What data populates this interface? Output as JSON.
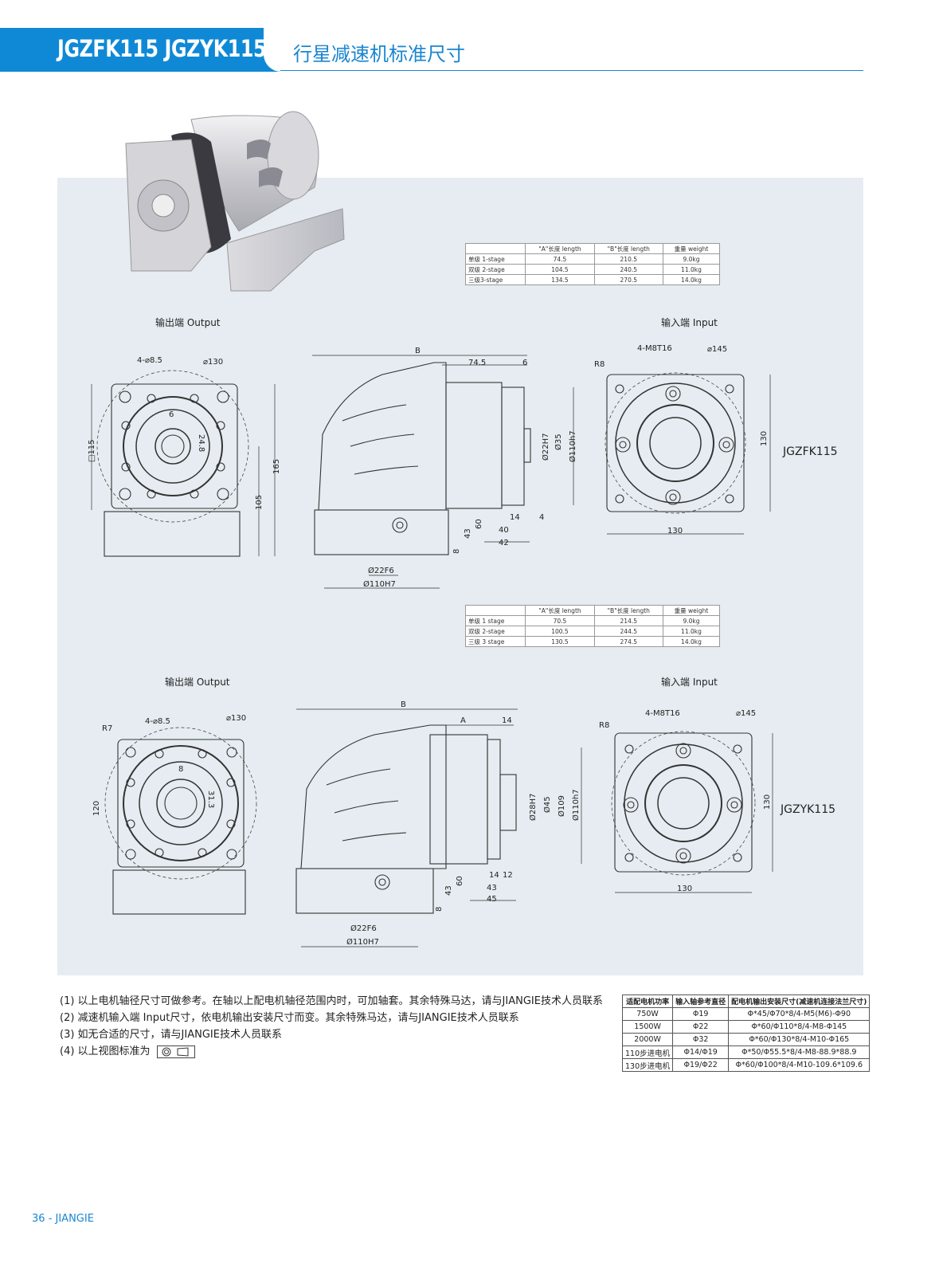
{
  "header": {
    "model_title": "JGZFK115 JGZYK115",
    "subtitle": "行星减速机标准尺寸"
  },
  "table_fk": {
    "columns": [
      "",
      "\"A\"长度 length",
      "\"B\"长度 length",
      "重量 weight"
    ],
    "rows": [
      [
        "单级 1-stage",
        "74.5",
        "210.5",
        "9.0kg"
      ],
      [
        "双级 2-stage",
        "104.5",
        "240.5",
        "11.0kg"
      ],
      [
        "三级3-stage",
        "134.5",
        "270.5",
        "14.0kg"
      ]
    ]
  },
  "table_yk": {
    "columns": [
      "",
      "\"A\"长度 length",
      "\"B\"长度 length",
      "重量 weight"
    ],
    "rows": [
      [
        "单级 1 stage",
        "70.5",
        "214.5",
        "9.0kg"
      ],
      [
        "双级 2-stage",
        "100.5",
        "244.5",
        "11.0kg"
      ],
      [
        "三级 3 stage",
        "130.5",
        "274.5",
        "14.0kg"
      ]
    ]
  },
  "drawing_fk": {
    "output_label": "输出端 Output",
    "input_label": "输入端 Input",
    "model": "JGZFK115",
    "dims": {
      "holes": "4-⌀8.5",
      "pcd": "⌀130",
      "key_w": "6",
      "key_h": "24.8",
      "square": "□115",
      "h165": "165",
      "h105": "105",
      "B": "B",
      "d745": "74.5",
      "d6": "6",
      "d22h7": "Ø22H7",
      "d35": "Ø35",
      "d110h7": "Ø110h7",
      "d14": "14",
      "d4": "4",
      "d40": "40",
      "d42": "42",
      "d60": "60",
      "d43": "43",
      "d8": "8",
      "d22f6": "Ø22F6",
      "d110H7": "Ø110H7",
      "m8": "4-M8T16",
      "d145": "⌀145",
      "r8": "R8",
      "d130": "130",
      "w130": "130"
    }
  },
  "drawing_yk": {
    "output_label": "输出端 Output",
    "input_label": "输入端 Input",
    "model": "JGZYK115",
    "dims": {
      "r7": "R7",
      "holes": "4-⌀8.5",
      "pcd": "⌀130",
      "key_w": "8",
      "key_h": "31.3",
      "h120": "120",
      "B": "B",
      "A": "A",
      "d14": "14",
      "d28h7": "Ø28H7",
      "d45": "Ø45",
      "d109": "Ø109",
      "d110h7": "Ø110h7",
      "d14b": "14",
      "d12": "12",
      "d43": "43",
      "d45b": "45",
      "d60": "60",
      "d43b": "43",
      "d8": "8",
      "d22f6": "Ø22F6",
      "d110H7": "Ø110H7",
      "m8": "4-M8T16",
      "d145": "⌀145",
      "r8": "R8",
      "d130": "130",
      "w130": "130"
    }
  },
  "notes": [
    "(1) 以上电机轴径尺寸可做参考。在轴以上配电机轴径范围内时，可加轴套。其余特殊马达，请与JIANGIE技术人员联系",
    "(2) 减速机输入端 Input尺寸，依电机输出安装尺寸而变。其余特殊马达，请与JIANGIE技术人员联系",
    "(3) 如无合适的尺寸，请与JIANGIE技术人员联系",
    "(4) 以上视图标准为"
  ],
  "motor_table": {
    "columns": [
      "适配电机功率",
      "输入轴参考直径",
      "配电机输出安装尺寸(减速机连接法兰尺寸)"
    ],
    "rows": [
      [
        "750W",
        "Φ19",
        "Φ*45/Φ70*8/4-M5(M6)-Φ90"
      ],
      [
        "1500W",
        "Φ22",
        "Φ*60/Φ110*8/4-M8-Φ145"
      ],
      [
        "2000W",
        "Φ32",
        "Φ*60/Φ130*8/4-M10-Φ165"
      ],
      [
        "110步进电机",
        "Φ14/Φ19",
        "Φ*50/Φ55.5*8/4-M8-88.9*88.9"
      ],
      [
        "130步进电机",
        "Φ19/Φ22",
        "Φ*60/Φ100*8/4-M10-109.6*109.6"
      ]
    ]
  },
  "footer": {
    "page": "36",
    "brand": "JIANGIE"
  }
}
